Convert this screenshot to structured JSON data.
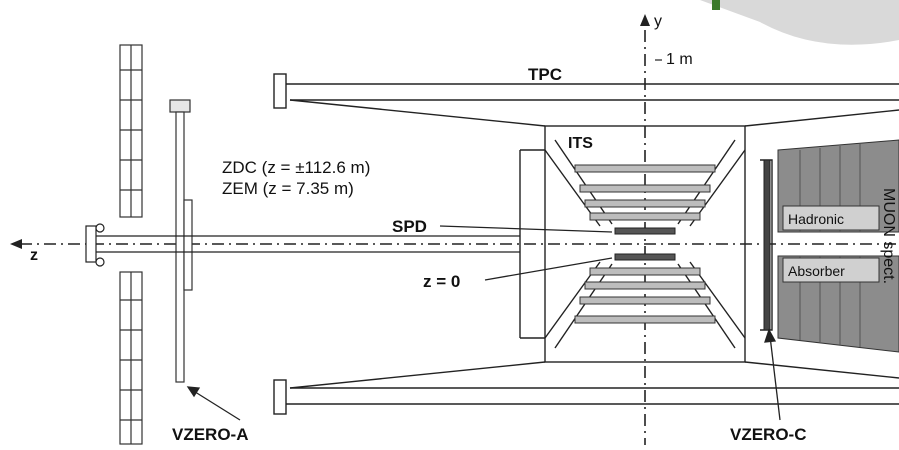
{
  "labels": {
    "tpc": "TPC",
    "its": "ITS",
    "spd": "SPD",
    "z0": "z = 0",
    "zdc": "ZDC (z = ±112.6 m)",
    "zem": "ZEM (z = 7.35 m)",
    "vzero_a": "VZERO-A",
    "vzero_c": "VZERO-C",
    "hadronic": "Hadronic",
    "absorber": "Absorber",
    "muon_spect": "MUON spect.",
    "axis_y": "y",
    "axis_z": "z",
    "scale": "1 m"
  },
  "colors": {
    "line": "#222222",
    "absorber_fill": "#8c8c8c",
    "absorber_dark": "#555555",
    "pale": "#d9d9d9"
  }
}
